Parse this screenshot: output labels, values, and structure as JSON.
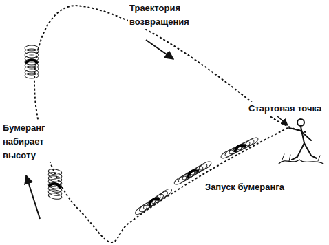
{
  "diagram": {
    "labels": [
      "Траектория возвращения",
      "Бумеранг набирает высоту",
      "Стартовая точка",
      "Запуск бумеранга"
    ]
  }
}
